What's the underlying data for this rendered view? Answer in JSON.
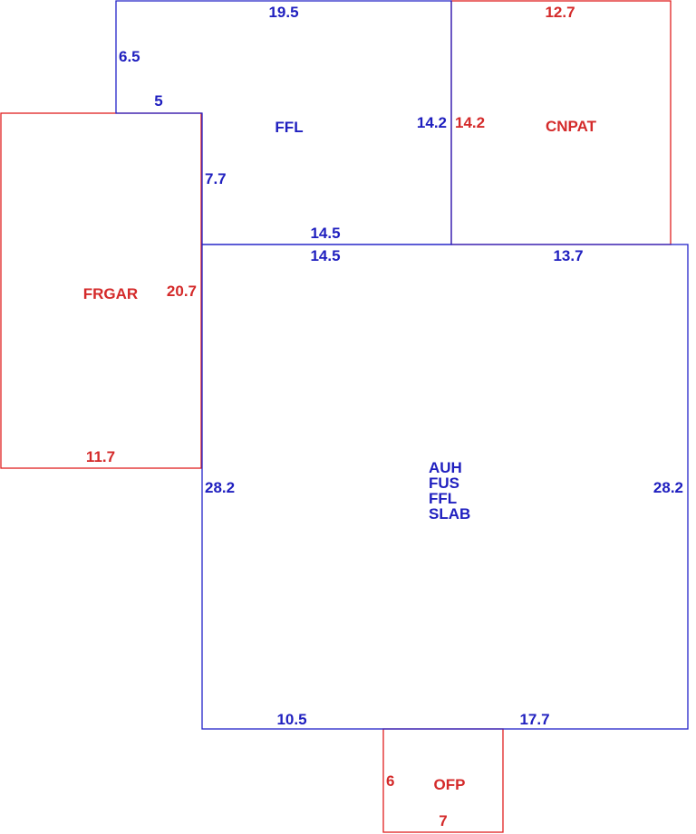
{
  "colors": {
    "main_area": "#1f1fbf",
    "secondary_area": "#d42a2a"
  },
  "ffl": {
    "label": "FFL",
    "dims": {
      "top": "19.5",
      "left_upper": "6.5",
      "step": "5",
      "left_lower": "7.7",
      "right": "14.2",
      "bottom": "14.5"
    }
  },
  "cnpat": {
    "label": "CNPAT",
    "dims": {
      "top": "12.7",
      "left": "14.2"
    }
  },
  "frgar": {
    "label": "FRGAR",
    "dims": {
      "right": "20.7",
      "bottom": "11.7"
    }
  },
  "main": {
    "labels": [
      "AUH",
      "FUS",
      "FFL",
      "SLAB"
    ],
    "dims": {
      "top_left": "14.5",
      "top_right": "13.7",
      "left": "28.2",
      "right": "28.2",
      "bottom_left": "10.5",
      "bottom_right": "17.7"
    }
  },
  "ofp": {
    "label": "OFP",
    "dims": {
      "left": "6",
      "bottom": "7"
    }
  }
}
